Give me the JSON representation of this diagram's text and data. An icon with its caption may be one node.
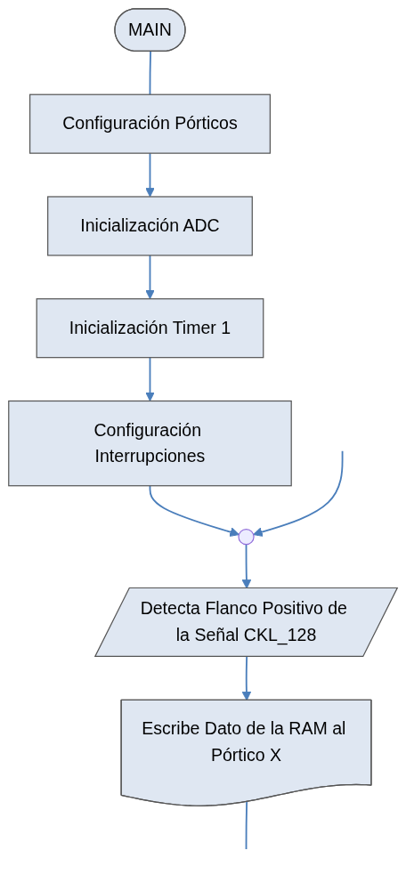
{
  "diagram": {
    "nodes": [
      {
        "text": [
          "MAIN"
        ]
      },
      {
        "text": [
          "Configuración Pórticos"
        ]
      },
      {
        "text": [
          "Inicialización ADC"
        ]
      },
      {
        "text": [
          "Inicialización Timer 1"
        ]
      },
      {
        "text": [
          "Configuración Interrupciones"
        ]
      },
      {
        "text": [],
        "shape": "circle"
      },
      {
        "text": [
          "Detecta Flanco Positivo de la Señal CKL_128"
        ]
      },
      {
        "text": [
          "Escribe Dato de la RAM al Pórtico X"
        ]
      }
    ],
    "edges": [
      {
        "from": 0,
        "to": 1,
        "arrow": "none"
      },
      {
        "from": 1,
        "to": 2,
        "arrow": "to"
      },
      {
        "from": 2,
        "to": 3,
        "arrow": "to"
      },
      {
        "from": 3,
        "to": 4,
        "arrow": "to"
      },
      {
        "from": 4,
        "to": 5,
        "arrow": "to"
      },
      {
        "from": null,
        "to": 5,
        "arrow": "to"
      },
      {
        "from": 5,
        "to": 6,
        "arrow": "to"
      },
      {
        "from": 6,
        "to": 7,
        "arrow": "to"
      },
      {
        "from": 7,
        "to": null,
        "arrow": "none"
      }
    ]
  }
}
